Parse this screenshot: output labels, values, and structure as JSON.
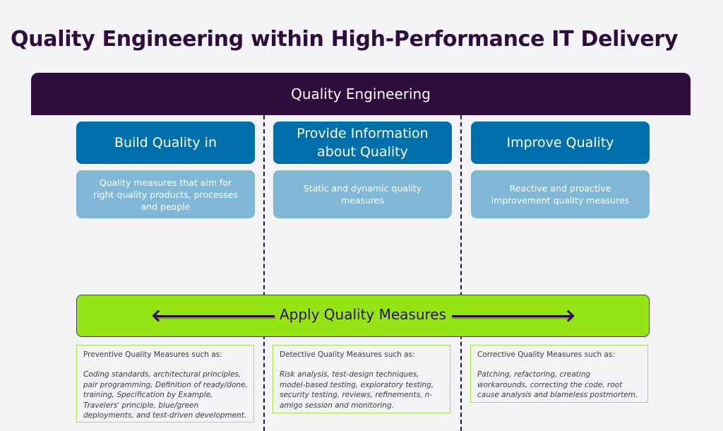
{
  "page": {
    "title": "Quality Engineering within High-Performance IT Delivery"
  },
  "banner": {
    "label": "Quality Engineering"
  },
  "pillars": [
    {
      "heading": "Build Quality in",
      "description": "Quality measures that aim for right quality products, processes and people"
    },
    {
      "heading": "Provide Information about Quality",
      "description": "Static and dynamic quality measures"
    },
    {
      "heading": "Improve Quality",
      "description": "Reactive and proactive improvement quality measures"
    }
  ],
  "apply_bar": {
    "label": "Apply Quality Measures",
    "icons": [
      "arrow-left-icon",
      "arrow-right-icon"
    ]
  },
  "measures": [
    {
      "title": "Preventive Quality Measures such as:",
      "items": "Coding standards, architectural principles, pair programming, Definition of ready/done, training, Specification by Example, Travelers' principle, blue/green deployments, and test-driven development."
    },
    {
      "title": "Detective Quality Measures such as:",
      "items": "Risk analysis, test-design techniques, model-based testing, exploratory testing, security testing, reviews, refinements, n-amigo session and monitoring."
    },
    {
      "title": "Corrective Quality Measures such as:",
      "items": "Patching, refactoring, creating workarounds, correcting the code, root cause analysis and blameless postmortem."
    }
  ],
  "colors": {
    "primary_dark": "#2e0d3e",
    "pillar_blue": "#0070ac",
    "pillar_light_blue": "#80b7d6",
    "apply_green": "#95e516",
    "measure_border": "#a6e34a",
    "background": "#f4f4f7"
  }
}
